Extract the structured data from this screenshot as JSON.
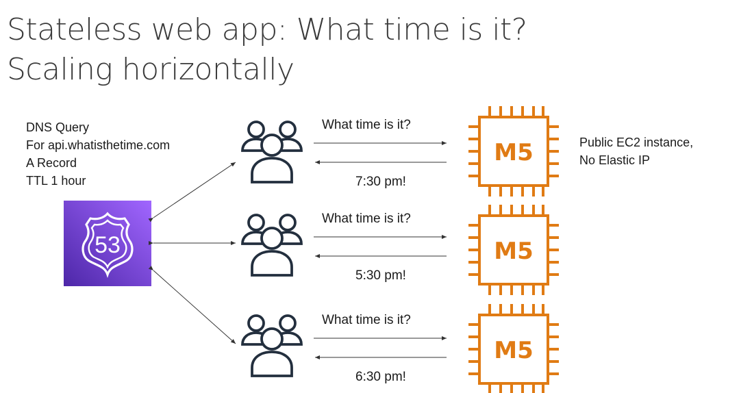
{
  "title_line1": "Stateless web app: What time is it?",
  "title_line2": "Scaling horizontally",
  "dns_info": [
    "DNS Query",
    "For api.whatisthetime.com",
    "A Record",
    "TTL 1 hour"
  ],
  "route53": {
    "label": "53",
    "icon": "route53-shield-icon",
    "color": "#6b3fd1"
  },
  "rows": [
    {
      "question": "What time is it?",
      "answer": "7:30 pm!",
      "instance": "M5"
    },
    {
      "question": "What time is it?",
      "answer": "5:30 pm!",
      "instance": "M5"
    },
    {
      "question": "What time is it?",
      "answer": "6:30 pm!",
      "instance": "M5"
    }
  ],
  "ec2_note": [
    "Public EC2 instance,",
    "No Elastic IP"
  ],
  "colors": {
    "ec2": "#e07b14",
    "users": "#232f3e",
    "arrow": "#333333"
  }
}
